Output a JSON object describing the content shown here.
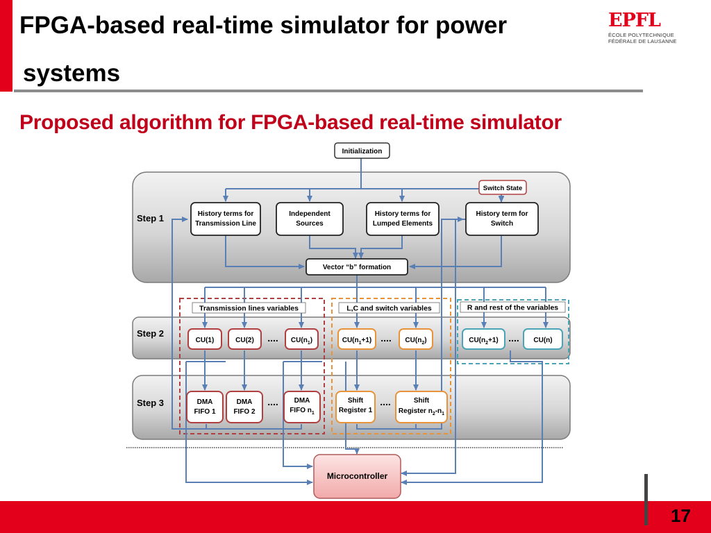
{
  "header": {
    "title_line1": "FPGA-based real-time simulator for power",
    "title_line2": "systems",
    "logo_wordmark": "EPFL",
    "logo_caption_line1": "ÉCOLE POLYTECHNIQUE",
    "logo_caption_line2": "FÉDÉRALE DE LAUSANNE"
  },
  "subtitle": "Proposed algorithm for FPGA-based real-time simulator",
  "diagram": {
    "initialization": "Initialization",
    "switch_state": "Switch State",
    "steps": {
      "step1": "Step 1",
      "step2": "Step 2",
      "step3": "Step 3"
    },
    "step1_boxes": {
      "history_tl_line1": "History terms for",
      "history_tl_line2": "Transmission Line",
      "independent_line1": "Independent",
      "independent_line2": "Sources",
      "history_lumped_line1": "History terms for",
      "history_lumped_line2": "Lumped Elements",
      "history_switch_line1": "History term for",
      "history_switch_line2": "Switch"
    },
    "vector_b": "Vector “b” formation",
    "groups": {
      "transmission": "Transmission  lines variables",
      "lc_switch": "L,C and switch variables",
      "r_rest": "R and rest of the variables"
    },
    "cu": {
      "cu1": "CU(1)",
      "cu2": "CU(2)",
      "cun1_base": "CU(n",
      "cun1_sub": "1",
      "cun1_end": ")",
      "cun1p1_base": "CU(n",
      "cun1p1_sub": "1",
      "cun1p1_end": "+1)",
      "cun2_base": "CU(n",
      "cun2_sub": "2",
      "cun2_end": ")",
      "cun2p1_base": "CU(n",
      "cun2p1_sub": "2",
      "cun2p1_end": "+1)",
      "cun": "CU(n)"
    },
    "dma": {
      "fifo1_line1": "DMA",
      "fifo1_line2": "FIFO 1",
      "fifo2_line1": "DMA",
      "fifo2_line2": "FIFO 2",
      "fifon_line1": "DMA",
      "fifon_line2_base": "FIFO n",
      "fifon_line2_sub": "1"
    },
    "shift": {
      "reg1_line1": "Shift",
      "reg1_line2": "Register 1",
      "regn_line1": "Shift",
      "regn_line2_base": "Register n",
      "regn_sub1": "2",
      "regn_mid": "-n",
      "regn_sub2": "1"
    },
    "ellipsis": "....",
    "microcontroller": "Microcontroller"
  },
  "footer": {
    "page_number": "17"
  },
  "colors": {
    "accent_red": "#e2001a",
    "arrow_blue": "#5a7fb5",
    "cu_red": "#b04040",
    "cu_orange": "#e8923a",
    "cu_teal": "#4ba3b8",
    "micro_fill": "#f7c3c3"
  }
}
